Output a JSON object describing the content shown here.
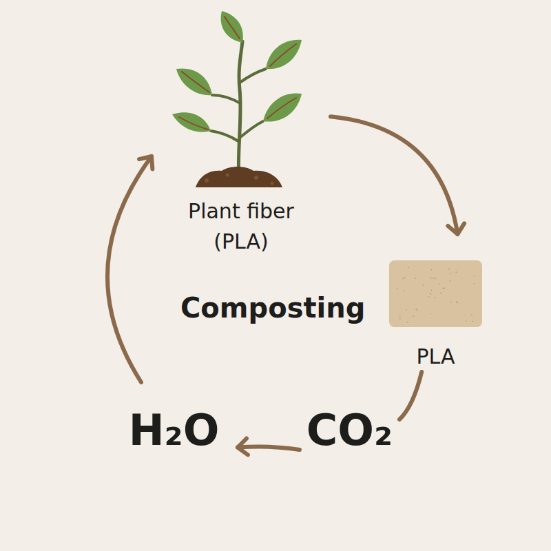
{
  "diagram": {
    "nodes": [
      {
        "text": [
          "Plant fiber (PLA)"
        ]
      },
      {
        "text": [
          "PLA"
        ]
      },
      {
        "text": [
          "CO₂"
        ]
      },
      {
        "text": [
          "H₂O"
        ]
      }
    ],
    "edges": [
      {
        "from": 0,
        "to": 1,
        "arrow": "to"
      },
      {
        "from": 1,
        "to": 2,
        "arrow": "none"
      },
      {
        "from": 2,
        "to": 3,
        "arrow": "to"
      },
      {
        "from": 3,
        "to": 0,
        "arrow": "to"
      }
    ],
    "labels": [
      "Composting"
    ]
  }
}
